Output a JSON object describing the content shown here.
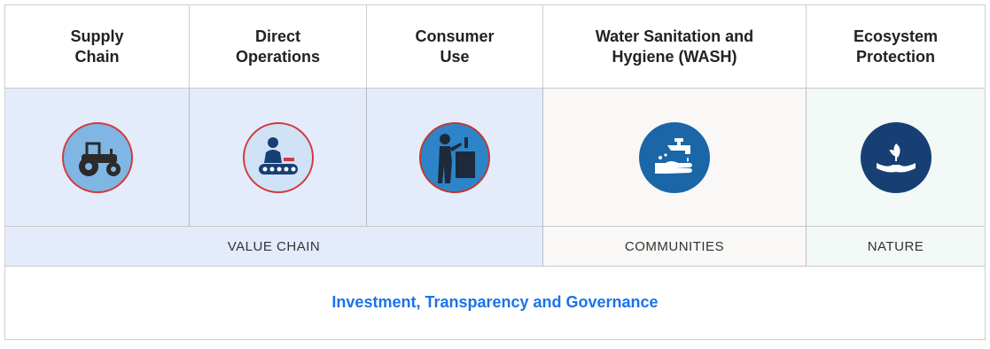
{
  "headers": [
    {
      "line1": "Supply",
      "line2": "Chain"
    },
    {
      "line1": "Direct",
      "line2": "Operations"
    },
    {
      "line1": "Consumer",
      "line2": "Use"
    },
    {
      "line1": "Water Sanitation and",
      "line2": "Hygiene (WASH)"
    },
    {
      "line1": "Ecosystem",
      "line2": "Protection"
    }
  ],
  "icons": [
    {
      "name": "tractor-icon",
      "bg": "#7fb6e3",
      "ring": "#d23a3a"
    },
    {
      "name": "conveyor-worker-icon",
      "bg": "#cfe2f6",
      "ring": "#d23a3a"
    },
    {
      "name": "person-at-sink-icon",
      "bg": "#2e84c9",
      "ring": "#c0392b"
    },
    {
      "name": "handwashing-tap-icon",
      "bg": "#1a66a6",
      "ring": "#1a66a6"
    },
    {
      "name": "plant-in-hand-icon",
      "bg": "#173f73",
      "ring": "#173f73"
    }
  ],
  "categories": {
    "value_chain": "VALUE CHAIN",
    "communities": "COMMUNITIES",
    "nature": "NATURE"
  },
  "footer": "Investment, Transparency and Governance",
  "colors": {
    "value_chain_bg": "#e4ecfb",
    "communities_bg": "#faf8f6",
    "nature_bg": "#f3f9f7",
    "footer_text": "#1a73e8"
  }
}
